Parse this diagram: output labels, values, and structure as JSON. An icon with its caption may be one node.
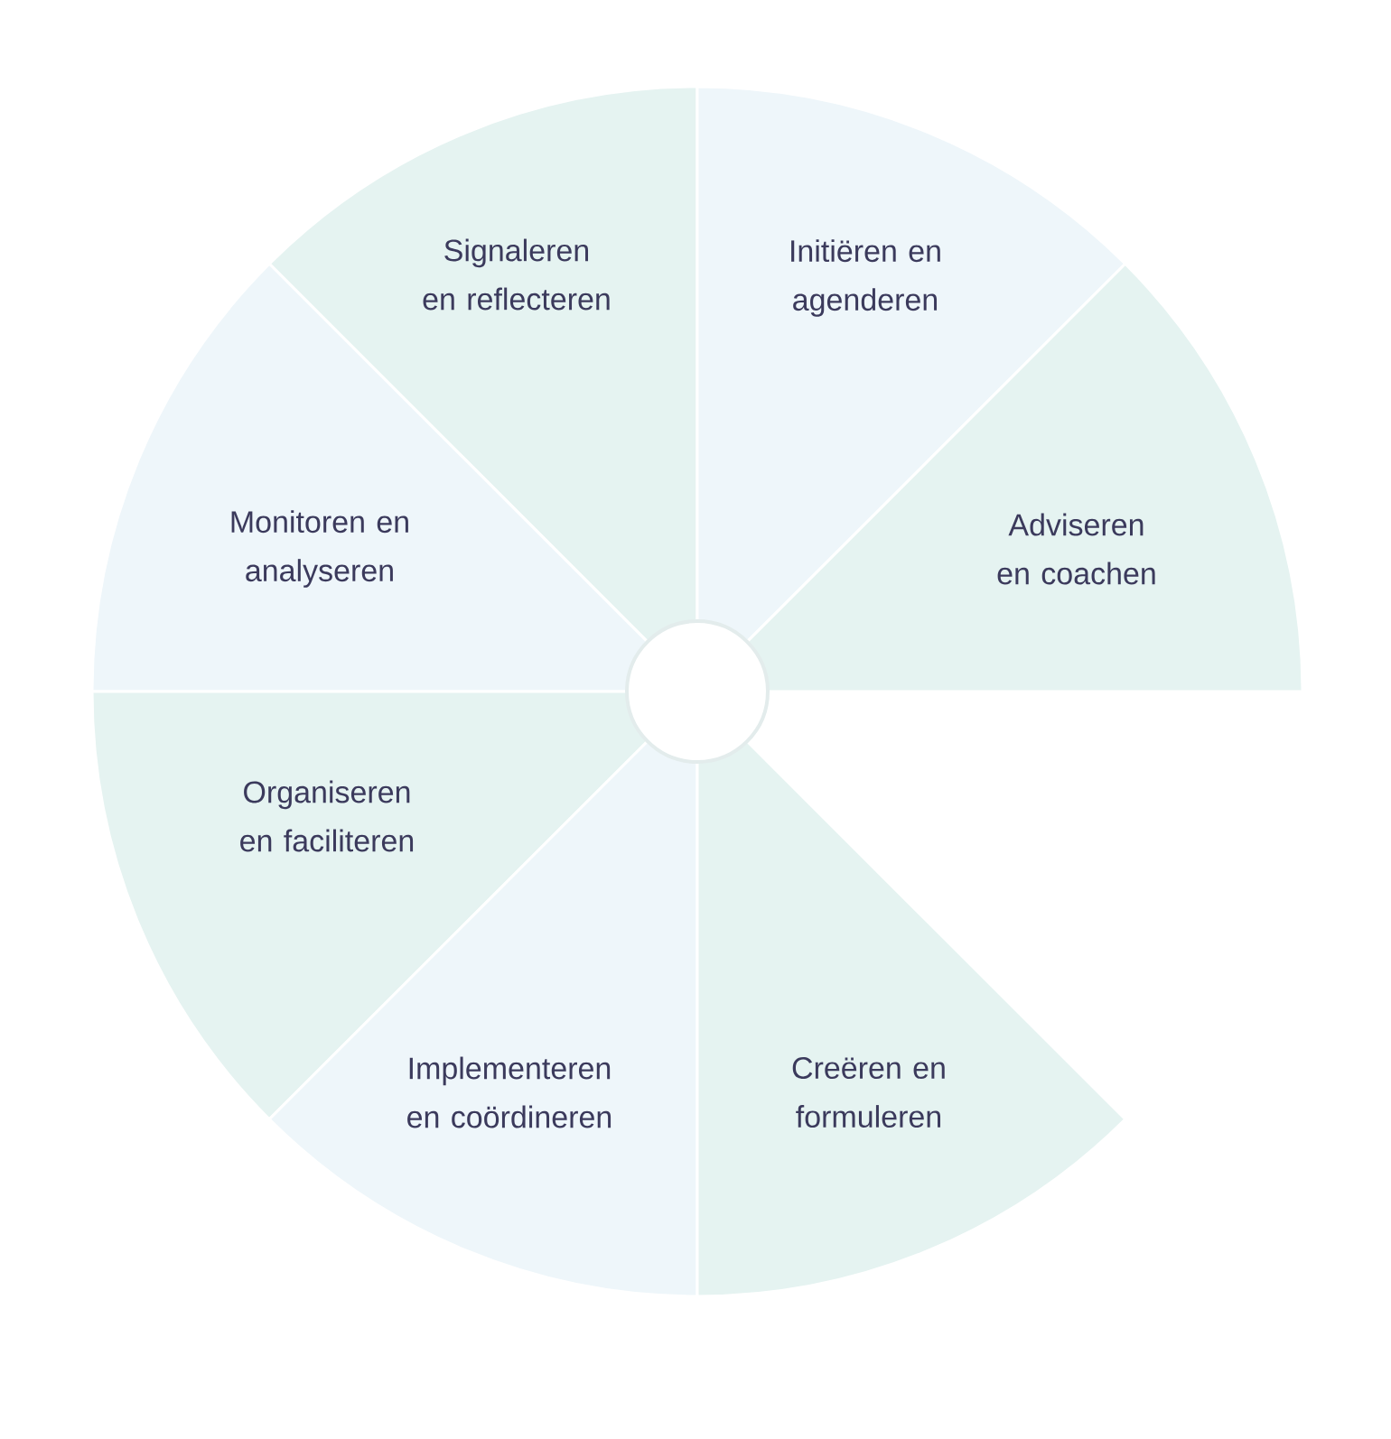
{
  "diagram": {
    "nodes": [
      {
        "text": [
          "Signaleren en reflecteren"
        ]
      },
      {
        "text": [
          "Initiëren en agenderen"
        ]
      },
      {
        "text": [
          "Monitoren en analyseren"
        ]
      },
      {
        "text": [
          "Adviseren en coachen"
        ]
      },
      {
        "text": [
          "Organiseren en faciliteren"
        ]
      },
      {
        "text": [
          "Implementeren en coördineren"
        ]
      },
      {
        "text": [
          "Creëren en formuleren"
        ]
      },
      {
        "text": [],
        "shape": "circle"
      }
    ]
  }
}
